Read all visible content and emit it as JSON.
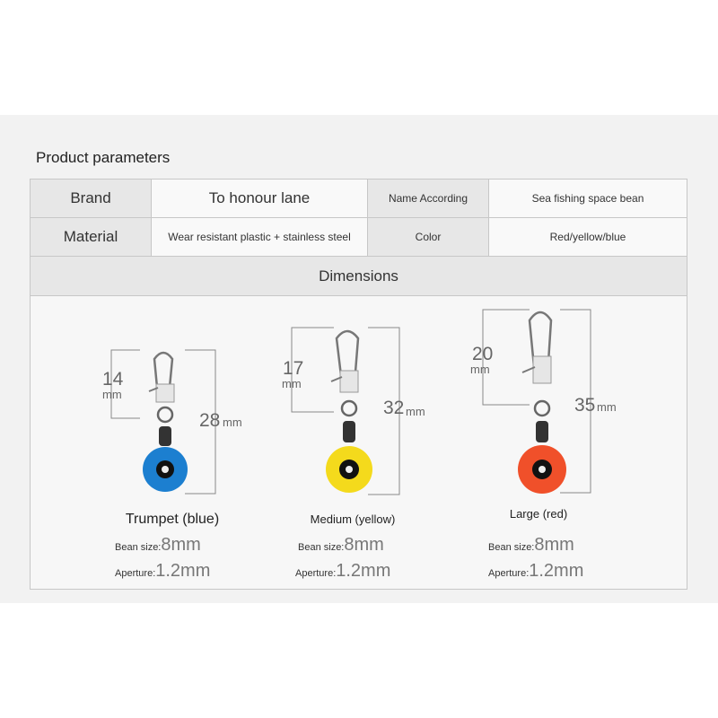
{
  "title": "Product parameters",
  "table": {
    "brand_label": "Brand",
    "brand_value": "To honour lane",
    "name_label": "Name According",
    "name_value": "Sea fishing space bean",
    "material_label": "Material",
    "material_value": "Wear resistant plastic + stainless steel",
    "color_label": "Color",
    "color_value": "Red/yellow/blue",
    "dimensions_label": "Dimensions"
  },
  "products": [
    {
      "name": "Trumpet (blue)",
      "clip": "14",
      "total": "28",
      "unit": "mm",
      "bean_label": "Bean size:",
      "bean_value": "8mm",
      "aperture_label": "Aperture:",
      "aperture_value": "1.2mm",
      "color": "#1c7fd0"
    },
    {
      "name": "Medium (yellow)",
      "clip": "17",
      "total": "32",
      "unit": "mm",
      "bean_label": "Bean size:",
      "bean_value": "8mm",
      "aperture_label": "Aperture:",
      "aperture_value": "1.2mm",
      "color": "#f4da1c"
    },
    {
      "name": "Large (red)",
      "clip": "20",
      "total": "35",
      "unit": "mm",
      "bean_label": "Bean size:",
      "bean_value": "8mm",
      "aperture_label": "Aperture:",
      "aperture_value": "1.2mm",
      "color": "#f0502a"
    }
  ]
}
